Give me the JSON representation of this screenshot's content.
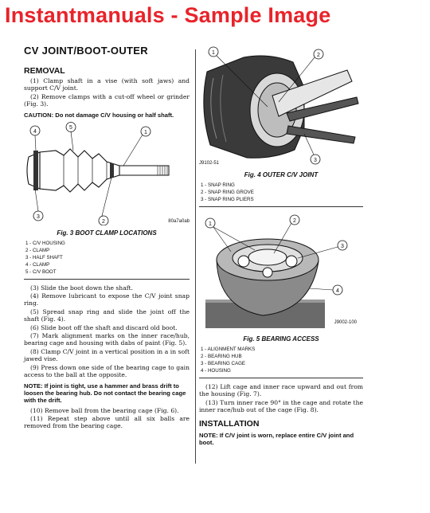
{
  "banner": "Instantmanuals - Sample Image",
  "left": {
    "title": "CV JOINT/BOOT-OUTER",
    "removal_heading": "REMOVAL",
    "steps_a": [
      "(1) Clamp shaft in a vise (with soft jaws) and support C/V joint.",
      "(2) Remove clamps with a cut-off wheel or grinder (Fig. 3)."
    ],
    "caution": "CAUTION: Do not damage C/V housing or half shaft.",
    "fig3": {
      "callouts": [
        "1",
        "2",
        "3",
        "4",
        "5"
      ],
      "code": "80a7a0ab",
      "caption": "Fig. 3 BOOT CLAMP LOCATIONS",
      "legend": [
        "1 - C/V HOUSING",
        "2 - CLAMP",
        "3 - HALF SHAFT",
        "4 - CLAMP",
        "5 - C/V BOOT"
      ]
    },
    "steps_b": [
      "(3) Slide the boot down the shaft.",
      "(4) Remove lubricant to expose the C/V joint snap ring.",
      "(5) Spread snap ring and slide the joint off the shaft (Fig. 4).",
      "(6) Slide boot off the shaft and discard old boot.",
      "(7) Mark alignment marks on the inner race/hub, bearing cage and housing with dabs of paint (Fig. 5).",
      "(8) Clamp C/V joint in a vertical position in a in soft jawed vise.",
      "(9) Press down one side of the bearing cage to gain access to the ball at the opposite."
    ],
    "note": "NOTE: If joint is tight, use a hammer and brass drift to loosen the bearing hub. Do not contact the bearing cage with the drift.",
    "steps_c": [
      "(10) Remove ball from the bearing cage (Fig. 6).",
      "(11) Repeat step above until all six balls are removed from the bearing cage."
    ]
  },
  "right": {
    "fig4": {
      "callouts": [
        "1",
        "2",
        "3"
      ],
      "code": "J9102-51",
      "caption": "Fig. 4 OUTER C/V JOINT",
      "legend": [
        "1 - SNAP RING",
        "2 - SNAP RING GROVE",
        "3 - SNAP RING PLIERS"
      ]
    },
    "fig5": {
      "callouts": [
        "1",
        "2",
        "3",
        "4"
      ],
      "code": "J9002-100",
      "caption": "Fig. 5 BEARING ACCESS",
      "legend": [
        "1 - ALIGNMENT MARKS",
        "2 - BEARING HUB",
        "3 - BEARING CAGE",
        "4 - HOUSING"
      ]
    },
    "steps": [
      "(12) Lift cage and inner race upward and out from the housing (Fig. 7).",
      "(13) Turn inner race 90° in the cage and rotate the inner race/hub out of the cage (Fig. 8)."
    ],
    "installation_heading": "INSTALLATION",
    "note": "NOTE: If C/V joint is worn, replace entire C/V joint and boot."
  }
}
